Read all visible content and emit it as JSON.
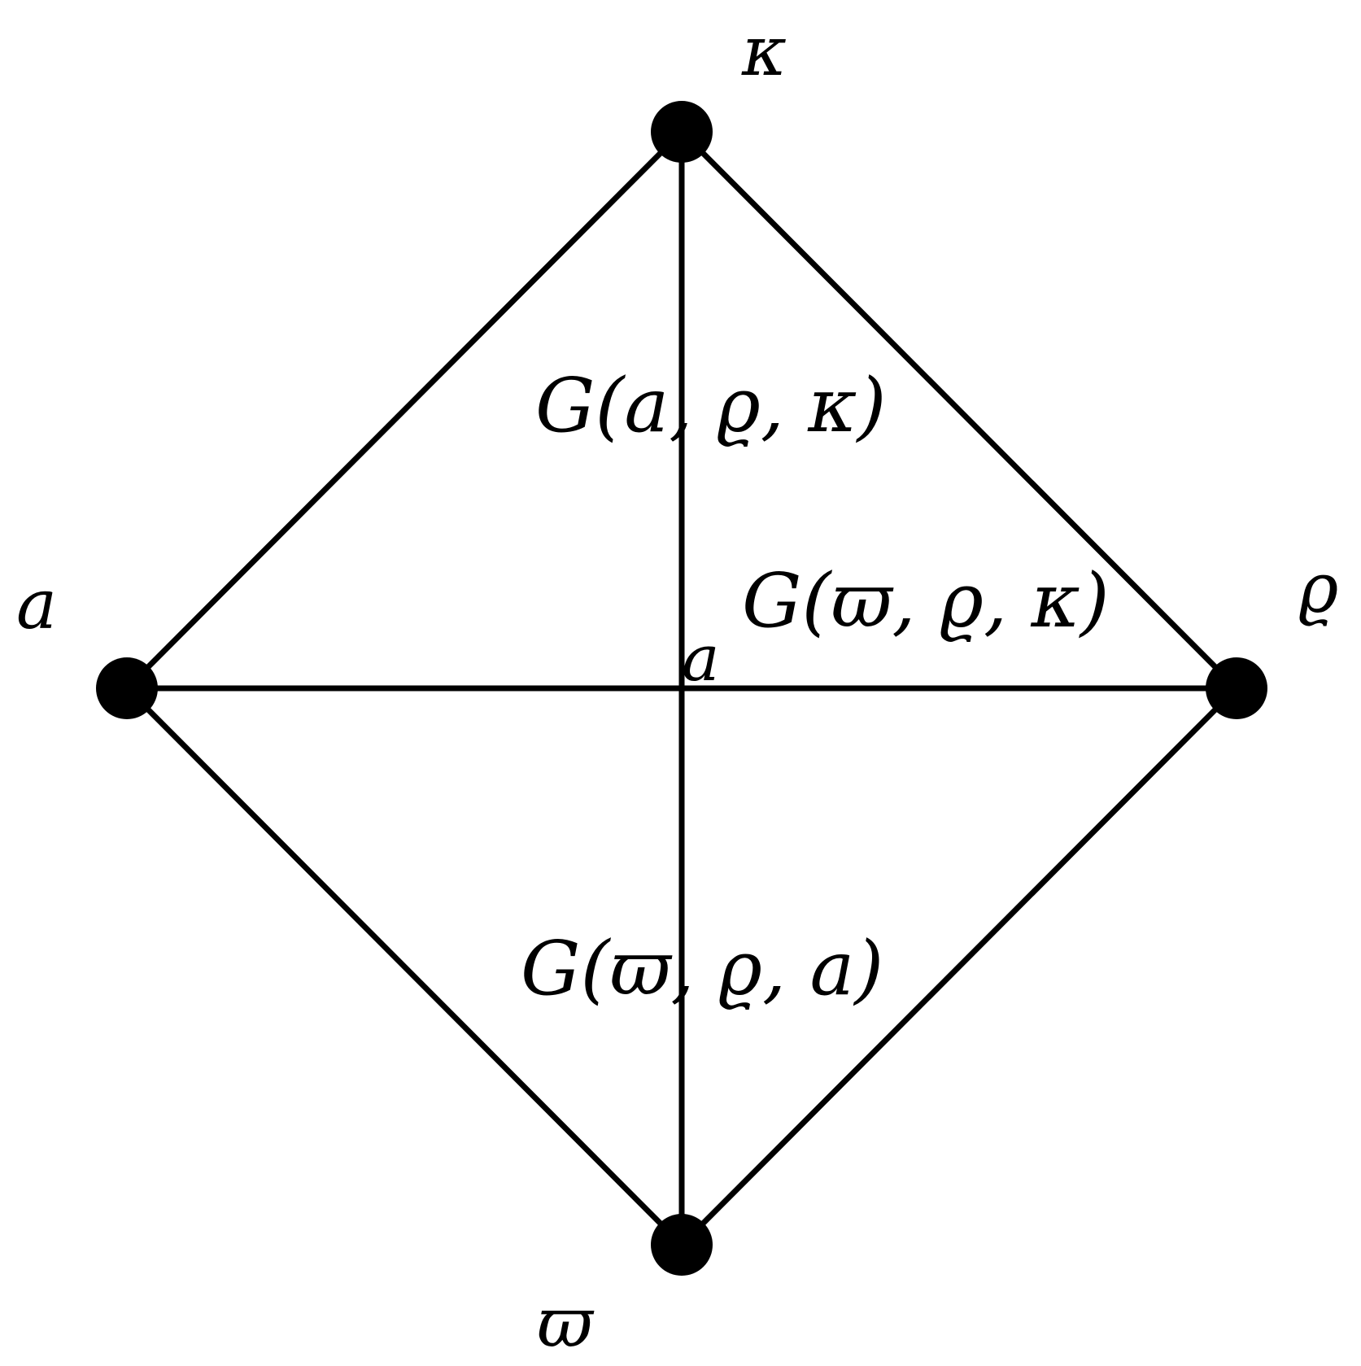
{
  "diagram": {
    "vertices": {
      "top": "κ",
      "left": "a",
      "right": "ϱ",
      "bottom": "ϖ"
    },
    "center_label": "a",
    "face_labels": {
      "upper": "G(a, ϱ, κ)",
      "right": "G(ϖ, ϱ, κ)",
      "lower": "G(ϖ, ϱ, a)"
    }
  }
}
